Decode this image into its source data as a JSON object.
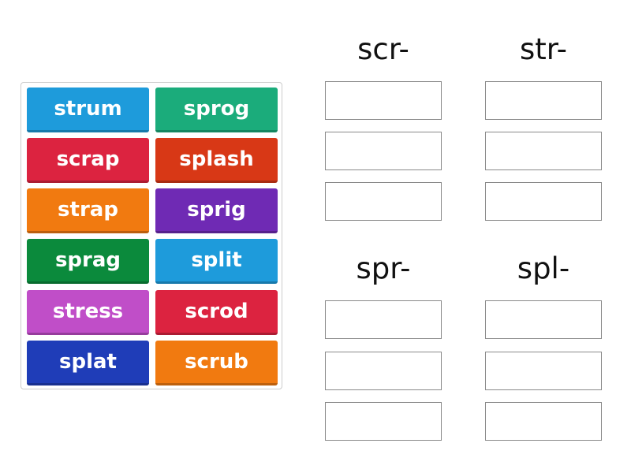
{
  "tiles": [
    {
      "label": "strum",
      "color": "#1e9bdb"
    },
    {
      "label": "sprog",
      "color": "#1bac7b"
    },
    {
      "label": "scrap",
      "color": "#dc2340"
    },
    {
      "label": "splash",
      "color": "#d83816"
    },
    {
      "label": "strap",
      "color": "#f17a10"
    },
    {
      "label": "sprig",
      "color": "#6f2ab4"
    },
    {
      "label": "sprag",
      "color": "#0b8a3c"
    },
    {
      "label": "split",
      "color": "#1e9bdb"
    },
    {
      "label": "stress",
      "color": "#c04ec8"
    },
    {
      "label": "scrod",
      "color": "#dc2340"
    },
    {
      "label": "splat",
      "color": "#1f3db8"
    },
    {
      "label": "scrub",
      "color": "#f17a10"
    }
  ],
  "groups": [
    {
      "heading": "scr-"
    },
    {
      "heading": "str-"
    },
    {
      "heading": "spr-"
    },
    {
      "heading": "spl-"
    }
  ]
}
